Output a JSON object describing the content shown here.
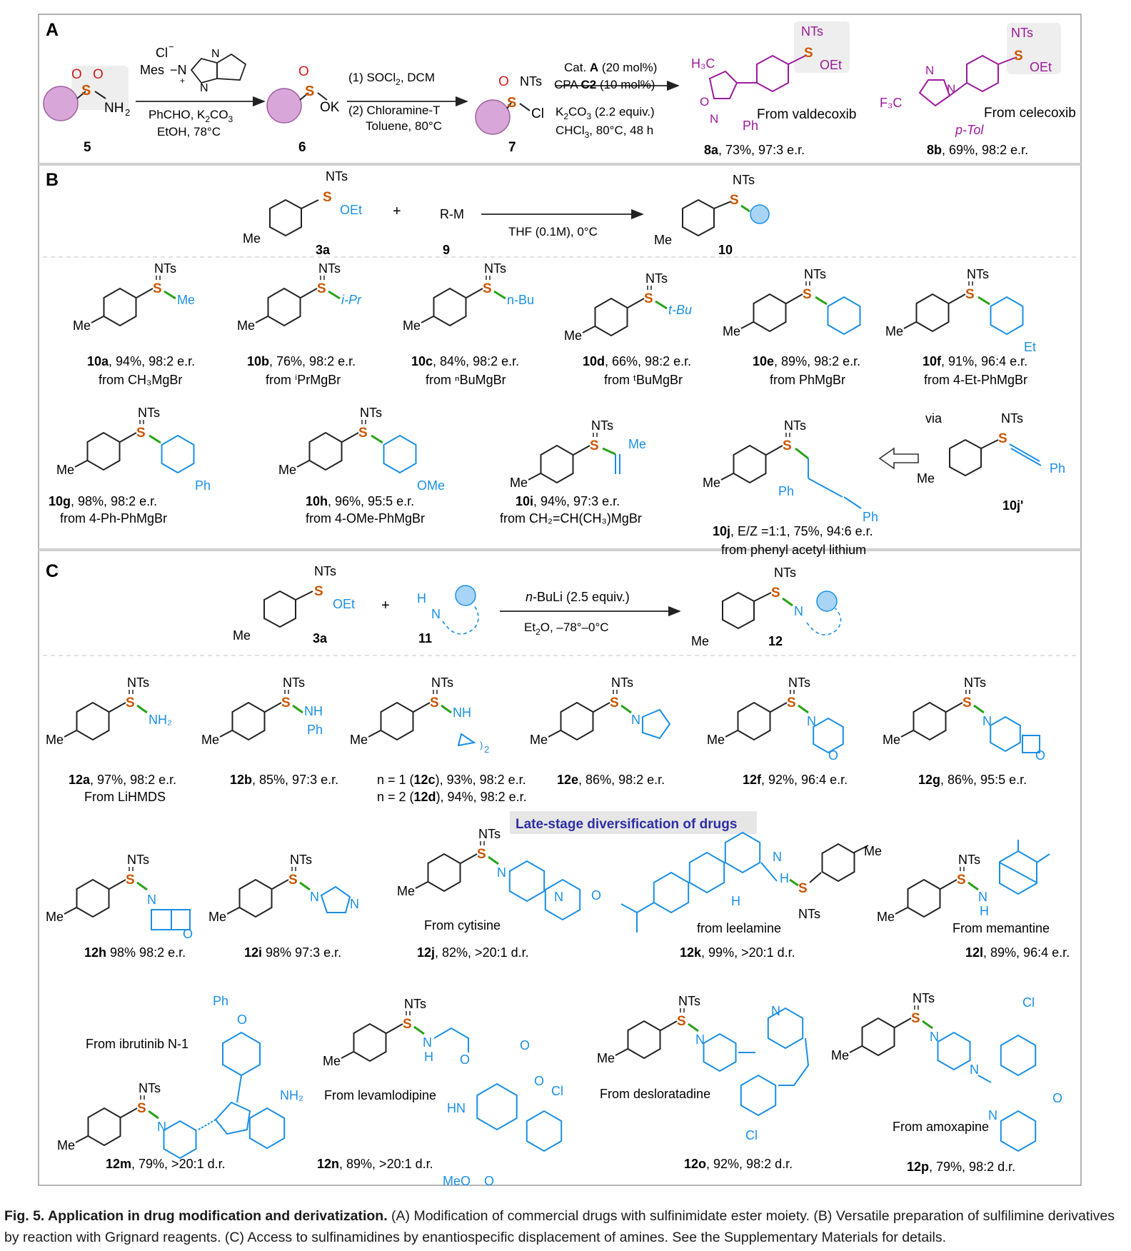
{
  "panels": {
    "A": "A",
    "B": "B",
    "C": "C"
  },
  "colors": {
    "purple": "#9b1a9b",
    "blue": "#1a8fe6",
    "orange": "#cc5500",
    "green": "#2aa21a",
    "ring": "#d8a6d8",
    "lateStage": "#2e2ea6"
  },
  "panelA": {
    "c5": "5",
    "c6": "6",
    "c7": "7",
    "nh2": "NH",
    "nh2sub": "2",
    "ok": "OK",
    "cl": "Cl",
    "clminus": "Cl",
    "mes": "Mes",
    "step1": {
      "l1": "PhCHO, K",
      "l1sub": "2",
      "l1b": "CO",
      "l1sub2": "3",
      "l2": "EtOH, 78°C"
    },
    "step2": {
      "l1": "(1) SOCl",
      "l1sub": "2",
      "l1b": ", DCM",
      "l2": "(2) Chloramine-T",
      "l3": "Toluene, 80°C"
    },
    "step3": {
      "l1a": "Cat. ",
      "l1b": "A",
      "l1c": " (20 mol%)",
      "l2a": "CPA ",
      "l2b": "C2",
      "l2c": " (10 mol%)",
      "l3a": "K",
      "l3sub": "2",
      "l3b": "CO",
      "l3sub2": "3",
      "l3c": " (2.2 equiv.)",
      "l4a": "CHCl",
      "l4sub": "3",
      "l4b": ", 80°C, 48 h"
    },
    "p8a": {
      "id": "8a",
      "txt": ", 73%, 97:3 e.r.",
      "from": "From valdecoxib"
    },
    "p8b": {
      "id": "8b",
      "txt": ", 69%, 98:2 e.r.",
      "from": "From celecoxib"
    },
    "ptol": "p-Tol",
    "ph": "Ph",
    "cf3": "F",
    "oet": "OEt",
    "nts": "NTs"
  },
  "panelB": {
    "c3a": "3a",
    "c9": "9",
    "c10": "10",
    "rm": "R-M",
    "plus": "+",
    "cond": "THF (0.1M),  0°C",
    "me": "Me",
    "items": [
      {
        "id": "10a",
        "txt": ", 94%, 98:2 e.r.",
        "src": "from CH₃MgBr",
        "r": "Me"
      },
      {
        "id": "10b",
        "txt": ", 76%, 98:2 e.r.",
        "src": "from ⁱPrMgBr",
        "r": "i-Pr"
      },
      {
        "id": "10c",
        "txt": ", 84%,  98:2 e.r.",
        "src": "from ⁿBuMgBr",
        "r": "n-Bu"
      },
      {
        "id": "10d",
        "txt": ", 66%,  98:2 e.r.",
        "src": "from ᵗBuMgBr",
        "r": "t-Bu"
      },
      {
        "id": "10e",
        "txt": ", 89%, 98:2 e.r.",
        "src": "from PhMgBr"
      },
      {
        "id": "10f",
        "txt": ", 91%, 96:4 e.r.",
        "src": "from 4-Et-PhMgBr",
        "r": "Et"
      },
      {
        "id": "10g",
        "txt": ", 98%, 98:2 e.r.",
        "src": "from 4-Ph-PhMgBr",
        "r": "Ph"
      },
      {
        "id": "10h",
        "txt": ", 96%, 95:5 e.r.",
        "src": "from 4-OMe-PhMgBr",
        "r": "OMe"
      },
      {
        "id": "10i",
        "txt": ", 94%, 97:3 e.r.",
        "src": "from CH₂=CH(CH₃)MgBr",
        "r": "Me"
      },
      {
        "id": "10j",
        "txt": ", E/Z =1:1, 75%, 94:6 e.r.",
        "src": "from phenyl acetyl lithium",
        "r": "Ph"
      }
    ],
    "via": "via",
    "c10jp": "10j'"
  },
  "panelC": {
    "c3a": "3a",
    "c11": "11",
    "c12": "12",
    "plus": "+",
    "h": "H",
    "n": "N",
    "cond1": "n-BuLi (2.5 equiv.)",
    "cond2a": "Et",
    "cond2sub": "2",
    "cond2b": "O, –78°–0°C",
    "lateStage": "Late-stage diversification of drugs",
    "items": [
      {
        "id": "12a",
        "txt": ", 97%, 98:2 e.r.",
        "src": "From LiHMDS"
      },
      {
        "id": "12b",
        "txt": ", 85%, 97:3 e.r."
      },
      {
        "id": "12c",
        "txt1": "n = 1 (",
        "txt2": "), 93%, 98:2 e.r."
      },
      {
        "id": "12d",
        "txt1": "n = 2 (",
        "txt2": "), 94%, 98:2 e.r."
      },
      {
        "id": "12e",
        "txt": ", 86%, 98:2 e.r."
      },
      {
        "id": "12f",
        "txt": ", 92%, 96:4 e.r."
      },
      {
        "id": "12g",
        "txt": ", 86%, 95:5 e.r."
      },
      {
        "id": "12h",
        "txt": " 98% 98:2 e.r."
      },
      {
        "id": "12i",
        "txt": " 98% 97:3 e.r."
      },
      {
        "id": "12j",
        "txt": ", 82%, >20:1 d.r.",
        "src": "From cytisine"
      },
      {
        "id": "12k",
        "txt": ", 99%, >20:1 d.r.",
        "src": "from leelamine"
      },
      {
        "id": "12l",
        "txt": ", 89%, 96:4 e.r.",
        "src": "From memantine"
      },
      {
        "id": "12m",
        "txt": ", 79%, >20:1 d.r.",
        "src": "From ibrutinib N-1"
      },
      {
        "id": "12n",
        "txt": ", 89%, >20:1 d.r.",
        "src": "From levamlodipine"
      },
      {
        "id": "12o",
        "txt": ", 92%, 98:2 d.r.",
        "src": "From desloratadine"
      },
      {
        "id": "12p",
        "txt": ", 79%, 98:2 d.r.",
        "src": "From amoxapine"
      }
    ],
    "labels": {
      "nh2": "NH",
      "nhph": "NH",
      "ph": "Ph",
      "nh": "NH",
      "o": "O",
      "n": "N",
      "cl": "Cl",
      "meo": "MeO",
      "hn": "HN",
      "me": "Me",
      "h": "H",
      "nts": "NTs",
      "n_sub": "2"
    }
  },
  "caption": {
    "title": "Fig. 5. Application in drug modification and derivatization.",
    "body": " (A) Modification of commercial drugs with sulfinimidate ester moiety. (B) Versatile preparation of sulfilimine derivatives by reaction with Grignard reagents. (C) Access to sulfinamidines by enantiospecific displacement of amines. See the Supplementary Materials for details."
  }
}
